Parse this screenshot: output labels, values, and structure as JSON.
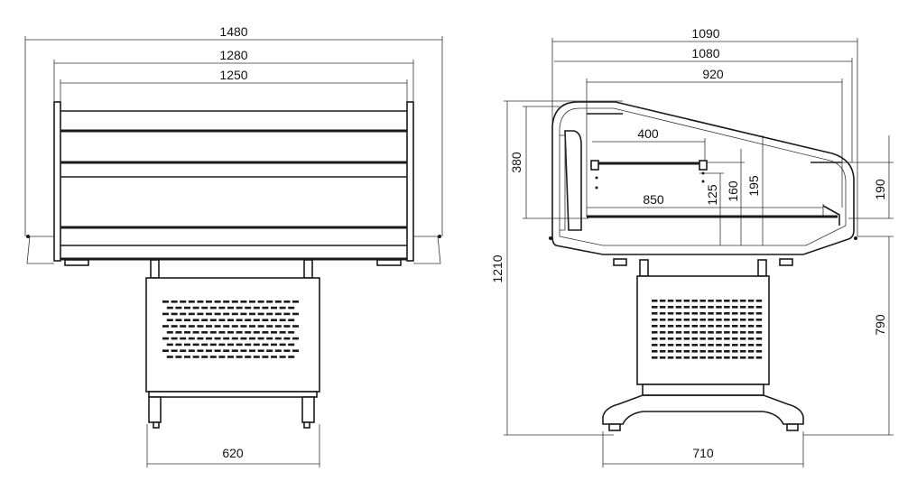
{
  "front_view": {
    "dims": {
      "overall_width": "1480",
      "frame_width": "1280",
      "inner_width": "1250",
      "base_width": "620"
    }
  },
  "side_view": {
    "dims": {
      "overall_depth": "1090",
      "body_depth": "1080",
      "inner_depth": "920",
      "upper_shelf_depth": "400",
      "lower_shelf_depth": "850",
      "shelf_height_a": "380",
      "shelf_step_1": "125",
      "shelf_step_2": "160",
      "shelf_step_3": "195",
      "front_glass_height": "190",
      "total_height": "1210",
      "counter_height": "790",
      "foot_span": "710"
    }
  },
  "colors": {
    "line": "#1a1a1a",
    "background": "#ffffff"
  }
}
